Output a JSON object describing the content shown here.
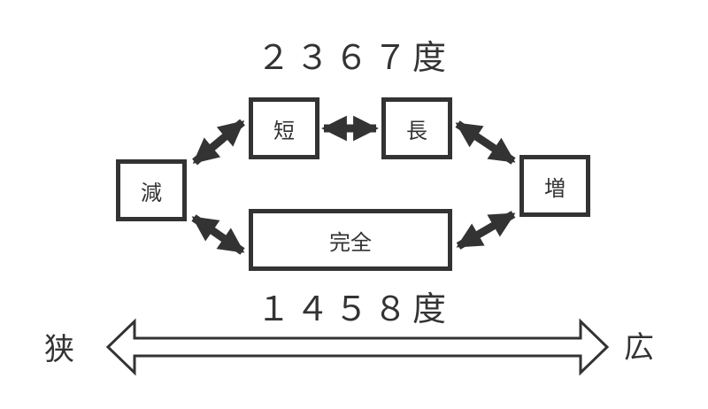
{
  "top_caption": "２３６７度",
  "bottom_caption": "１４５８度",
  "boxes": {
    "short": "短",
    "long": "長",
    "minus": "減",
    "plus": "増",
    "perfect": "完全"
  },
  "scale": {
    "left_label": "狭",
    "right_label": "広"
  },
  "colors": {
    "ink": "#333333",
    "background": "#ffffff"
  }
}
